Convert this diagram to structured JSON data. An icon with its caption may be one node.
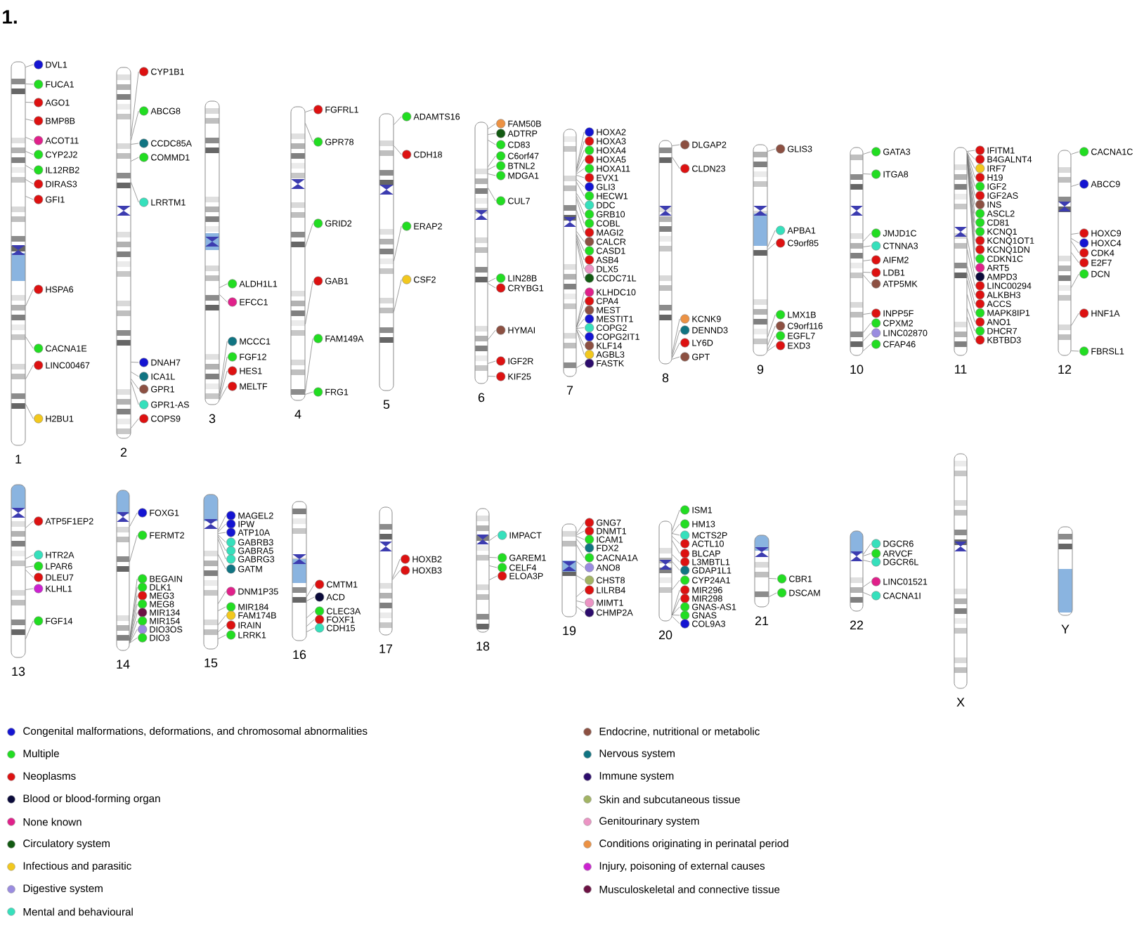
{
  "diagram": {
    "title": "1.",
    "nodes": [
      {
        "text": [
          "1"
        ]
      },
      {
        "text": [
          "DVL1"
        ]
      },
      {
        "text": [
          "FUCA1"
        ]
      },
      {
        "text": [
          "AGO1"
        ]
      },
      {
        "text": [
          "BMP8B"
        ]
      },
      {
        "text": [
          "ACOT11"
        ]
      },
      {
        "text": [
          "CYP2J2"
        ]
      },
      {
        "text": [
          "IL12RB2"
        ]
      },
      {
        "text": [
          "DIRAS3"
        ]
      },
      {
        "text": [
          "GFI1"
        ]
      },
      {
        "text": [
          "HSPA6"
        ]
      },
      {
        "text": [
          "CACNA1E"
        ]
      },
      {
        "text": [
          "LINC00467"
        ]
      },
      {
        "text": [
          "H2BU1"
        ]
      },
      {
        "text": [
          "2"
        ]
      },
      {
        "text": [
          "CYP1B1"
        ]
      },
      {
        "text": [
          "ABCG8"
        ]
      },
      {
        "text": [
          "CCDC85A"
        ]
      },
      {
        "text": [
          "COMMD1"
        ]
      },
      {
        "text": [
          "LRRTM1"
        ]
      },
      {
        "text": [
          "DNAH7"
        ]
      },
      {
        "text": [
          "ICA1L"
        ]
      },
      {
        "text": [
          "GPR1"
        ]
      },
      {
        "text": [
          "GPR1-AS"
        ]
      },
      {
        "text": [
          "COPS9"
        ]
      },
      {
        "text": [
          "3"
        ]
      },
      {
        "text": [
          "ALDH1L1"
        ]
      },
      {
        "text": [
          "EFCC1"
        ]
      },
      {
        "text": [
          "MCCC1"
        ]
      },
      {
        "text": [
          "FGF12"
        ]
      },
      {
        "text": [
          "HES1"
        ]
      },
      {
        "text": [
          "MELTF"
        ]
      },
      {
        "text": [
          "4"
        ]
      },
      {
        "text": [
          "FGFRL1"
        ]
      },
      {
        "text": [
          "GPR78"
        ]
      },
      {
        "text": [
          "GRID2"
        ]
      },
      {
        "text": [
          "GAB1"
        ]
      },
      {
        "text": [
          "FAM149A"
        ]
      },
      {
        "text": [
          "FRG1"
        ]
      },
      {
        "text": [
          "5"
        ]
      },
      {
        "text": [
          "ADAMTS16"
        ]
      },
      {
        "text": [
          "CDH18"
        ]
      },
      {
        "text": [
          "ERAP2"
        ]
      },
      {
        "text": [
          "CSF2"
        ]
      },
      {
        "text": [
          "6"
        ]
      },
      {
        "text": [
          "FAM50B"
        ]
      },
      {
        "text": [
          "ADTRP"
        ]
      },
      {
        "text": [
          "CD83"
        ]
      },
      {
        "text": [
          "C6orf47"
        ]
      },
      {
        "text": [
          "BTNL2"
        ]
      },
      {
        "text": [
          "MDGA1"
        ]
      },
      {
        "text": [
          "CUL7"
        ]
      },
      {
        "text": [
          "LIN28B"
        ]
      },
      {
        "text": [
          "CRYBG1"
        ]
      },
      {
        "text": [
          "HYMAI"
        ]
      },
      {
        "text": [
          "IGF2R"
        ]
      },
      {
        "text": [
          "KIF25"
        ]
      },
      {
        "text": [
          "7"
        ]
      },
      {
        "text": [
          "HOXA2"
        ]
      },
      {
        "text": [
          "HOXA3"
        ]
      },
      {
        "text": [
          "HOXA4"
        ]
      },
      {
        "text": [
          "HOXA5"
        ]
      },
      {
        "text": [
          "HOXA11"
        ]
      },
      {
        "text": [
          "EVX1"
        ]
      },
      {
        "text": [
          "GLI3"
        ]
      },
      {
        "text": [
          "HECW1"
        ]
      },
      {
        "text": [
          "DDC"
        ]
      },
      {
        "text": [
          "GRB10"
        ]
      },
      {
        "text": [
          "COBL"
        ]
      },
      {
        "text": [
          "MAGI2"
        ]
      },
      {
        "text": [
          "CALCR"
        ]
      },
      {
        "text": [
          "CASD1"
        ]
      },
      {
        "text": [
          "ASB4"
        ]
      },
      {
        "text": [
          "DLX5"
        ]
      },
      {
        "text": [
          "CCDC71L"
        ]
      },
      {
        "text": [
          "KLHDC10"
        ]
      },
      {
        "text": [
          "CPA4"
        ]
      },
      {
        "text": [
          "MEST"
        ]
      },
      {
        "text": [
          "MESTIT1"
        ]
      },
      {
        "text": [
          "COPG2"
        ]
      },
      {
        "text": [
          "COPG2IT1"
        ]
      },
      {
        "text": [
          "KLF14"
        ]
      },
      {
        "text": [
          "AGBL3"
        ]
      },
      {
        "text": [
          "FASTK"
        ]
      },
      {
        "text": [
          "8"
        ]
      },
      {
        "text": [
          "DLGAP2"
        ]
      },
      {
        "text": [
          "CLDN23"
        ]
      },
      {
        "text": [
          "KCNK9"
        ]
      },
      {
        "text": [
          "DENND3"
        ]
      },
      {
        "text": [
          "LY6D"
        ]
      },
      {
        "text": [
          "GPT"
        ]
      },
      {
        "text": [
          "9"
        ]
      },
      {
        "text": [
          "GLIS3"
        ]
      },
      {
        "text": [
          "APBA1"
        ]
      },
      {
        "text": [
          "C9orf85"
        ]
      },
      {
        "text": [
          "LMX1B"
        ]
      },
      {
        "text": [
          "C9orf116"
        ]
      },
      {
        "text": [
          "EGFL7"
        ]
      },
      {
        "text": [
          "EXD3"
        ]
      },
      {
        "text": [
          "10"
        ]
      },
      {
        "text": [
          "GATA3"
        ]
      },
      {
        "text": [
          "ITGA8"
        ]
      },
      {
        "text": [
          "JMJD1C"
        ]
      },
      {
        "text": [
          "CTNNA3"
        ]
      },
      {
        "text": [
          "AIFM2"
        ]
      },
      {
        "text": [
          "LDB1"
        ]
      },
      {
        "text": [
          "ATP5MK"
        ]
      },
      {
        "text": [
          "INPP5F"
        ]
      },
      {
        "text": [
          "CPXM2"
        ]
      },
      {
        "text": [
          "LINC02870"
        ]
      },
      {
        "text": [
          "CFAP46"
        ]
      },
      {
        "text": [
          "11"
        ]
      },
      {
        "text": [
          "IFITM1"
        ]
      },
      {
        "text": [
          "B4GALNT4"
        ]
      },
      {
        "text": [
          "IRF7"
        ]
      },
      {
        "text": [
          "H19"
        ]
      },
      {
        "text": [
          "IGF2"
        ]
      },
      {
        "text": [
          "IGF2AS"
        ]
      },
      {
        "text": [
          "INS"
        ]
      },
      {
        "text": [
          "ASCL2"
        ]
      },
      {
        "text": [
          "CD81"
        ]
      },
      {
        "text": [
          "KCNQ1"
        ]
      },
      {
        "text": [
          "KCNQ1OT1"
        ]
      },
      {
        "text": [
          "KCNQ1DN"
        ]
      },
      {
        "text": [
          "CDKN1C"
        ]
      },
      {
        "text": [
          "ART5"
        ]
      },
      {
        "text": [
          "AMPD3"
        ]
      },
      {
        "text": [
          "LINC00294"
        ]
      },
      {
        "text": [
          "ALKBH3"
        ]
      },
      {
        "text": [
          "ACCS"
        ]
      },
      {
        "text": [
          "MAPK8IP1"
        ]
      },
      {
        "text": [
          "ANO1"
        ]
      },
      {
        "text": [
          "DHCR7"
        ]
      },
      {
        "text": [
          "KBTBD3"
        ]
      },
      {
        "text": [
          "12"
        ]
      },
      {
        "text": [
          "CACNA1C"
        ]
      },
      {
        "text": [
          "ABCC9"
        ]
      },
      {
        "text": [
          "HOXC9"
        ]
      },
      {
        "text": [
          "HOXC4"
        ]
      },
      {
        "text": [
          "CDK4"
        ]
      },
      {
        "text": [
          "E2F7"
        ]
      },
      {
        "text": [
          "DCN"
        ]
      },
      {
        "text": [
          "HNF1A"
        ]
      },
      {
        "text": [
          "FBRSL1"
        ]
      },
      {
        "text": [
          "13"
        ]
      },
      {
        "text": [
          "ATP5F1EP2"
        ]
      },
      {
        "text": [
          "HTR2A"
        ]
      },
      {
        "text": [
          "LPAR6"
        ]
      },
      {
        "text": [
          "DLEU7"
        ]
      },
      {
        "text": [
          "KLHL1"
        ]
      },
      {
        "text": [
          "FGF14"
        ]
      },
      {
        "text": [
          "14"
        ]
      },
      {
        "text": [
          "FOXG1"
        ]
      },
      {
        "text": [
          "FERMT2"
        ]
      },
      {
        "text": [
          "BEGAIN"
        ]
      },
      {
        "text": [
          "DLK1"
        ]
      },
      {
        "text": [
          "MEG3"
        ]
      },
      {
        "text": [
          "MEG8"
        ]
      },
      {
        "text": [
          "MIR134"
        ]
      },
      {
        "text": [
          "MIR154"
        ]
      },
      {
        "text": [
          "DIO3OS"
        ]
      },
      {
        "text": [
          "DIO3"
        ]
      },
      {
        "text": [
          "15"
        ]
      },
      {
        "text": [
          "MAGEL2"
        ]
      },
      {
        "text": [
          "IPW"
        ]
      },
      {
        "text": [
          "ATP10A"
        ]
      },
      {
        "text": [
          "GABRB3"
        ]
      },
      {
        "text": [
          "GABRA5"
        ]
      },
      {
        "text": [
          "GABRG3"
        ]
      },
      {
        "text": [
          "GATM"
        ]
      },
      {
        "text": [
          "DNM1P35"
        ]
      },
      {
        "text": [
          "MIR184"
        ]
      },
      {
        "text": [
          "FAM174B"
        ]
      },
      {
        "text": [
          "IRAIN"
        ]
      },
      {
        "text": [
          "LRRK1"
        ]
      },
      {
        "text": [
          "16"
        ]
      },
      {
        "text": [
          "CMTM1"
        ]
      },
      {
        "text": [
          "ACD"
        ]
      },
      {
        "text": [
          "CLEC3A"
        ]
      },
      {
        "text": [
          "FOXF1"
        ]
      },
      {
        "text": [
          "CDH15"
        ]
      },
      {
        "text": [
          "17"
        ]
      },
      {
        "text": [
          "HOXB2"
        ]
      },
      {
        "text": [
          "HOXB3"
        ]
      },
      {
        "text": [
          "18"
        ]
      },
      {
        "text": [
          "IMPACT"
        ]
      },
      {
        "text": [
          "GAREM1"
        ]
      },
      {
        "text": [
          "CELF4"
        ]
      },
      {
        "text": [
          "ELOA3P"
        ]
      },
      {
        "text": [
          "19"
        ]
      },
      {
        "text": [
          "GNG7"
        ]
      },
      {
        "text": [
          "DNMT1"
        ]
      },
      {
        "text": [
          "ICAM1"
        ]
      },
      {
        "text": [
          "FDX2"
        ]
      },
      {
        "text": [
          "CACNA1A"
        ]
      },
      {
        "text": [
          "ANO8"
        ]
      },
      {
        "text": [
          "CHST8"
        ]
      },
      {
        "text": [
          "LILRB4"
        ]
      },
      {
        "text": [
          "MIMT1"
        ]
      },
      {
        "text": [
          "CHMP2A"
        ]
      },
      {
        "text": [
          "20"
        ]
      },
      {
        "text": [
          "ISM1"
        ]
      },
      {
        "text": [
          "HM13"
        ]
      },
      {
        "text": [
          "MCTS2P"
        ]
      },
      {
        "text": [
          "ACTL10"
        ]
      },
      {
        "text": [
          "BLCAP"
        ]
      },
      {
        "text": [
          "L3MBTL1"
        ]
      },
      {
        "text": [
          "GDAP1L1"
        ]
      },
      {
        "text": [
          "CYP24A1"
        ]
      },
      {
        "text": [
          "MIR296"
        ]
      },
      {
        "text": [
          "MIR298"
        ]
      },
      {
        "text": [
          "GNAS-AS1"
        ]
      },
      {
        "text": [
          "GNAS"
        ]
      },
      {
        "text": [
          "COL9A3"
        ]
      },
      {
        "text": [
          "21"
        ]
      },
      {
        "text": [
          "CBR1"
        ]
      },
      {
        "text": [
          "DSCAM"
        ]
      },
      {
        "text": [
          "22"
        ]
      },
      {
        "text": [
          "DGCR6"
        ]
      },
      {
        "text": [
          "ARVCF"
        ]
      },
      {
        "text": [
          "DGCR6L"
        ]
      },
      {
        "text": [
          "LINC01521"
        ]
      },
      {
        "text": [
          "CACNA1I"
        ]
      },
      {
        "text": [
          "X"
        ]
      },
      {
        "text": [
          "Y"
        ]
      }
    ],
    "edges": [
      {
        "from": 1,
        "to": 0,
        "arrow": "none"
      },
      {
        "from": 2,
        "to": 0,
        "arrow": "none"
      },
      {
        "from": 3,
        "to": 0,
        "arrow": "none"
      },
      {
        "from": 4,
        "to": 0,
        "arrow": "none"
      },
      {
        "from": 5,
        "to": 0,
        "arrow": "none"
      },
      {
        "from": 6,
        "to": 0,
        "arrow": "none"
      },
      {
        "from": 7,
        "to": 0,
        "arrow": "none"
      },
      {
        "from": 8,
        "to": 0,
        "arrow": "none"
      },
      {
        "from": 9,
        "to": 0,
        "arrow": "none"
      },
      {
        "from": 10,
        "to": 0,
        "arrow": "none"
      },
      {
        "from": 11,
        "to": 0,
        "arrow": "none"
      },
      {
        "from": 12,
        "to": 0,
        "arrow": "none"
      },
      {
        "from": 13,
        "to": 0,
        "arrow": "none"
      },
      {
        "from": 15,
        "to": 14,
        "arrow": "none"
      },
      {
        "from": 16,
        "to": 14,
        "arrow": "none"
      },
      {
        "from": 17,
        "to": 14,
        "arrow": "none"
      },
      {
        "from": 18,
        "to": 14,
        "arrow": "none"
      },
      {
        "from": 19,
        "to": 14,
        "arrow": "none"
      },
      {
        "from": 20,
        "to": 14,
        "arrow": "none"
      },
      {
        "from": 21,
        "to": 14,
        "arrow": "none"
      },
      {
        "from": 22,
        "to": 14,
        "arrow": "none"
      },
      {
        "from": 23,
        "to": 14,
        "arrow": "none"
      },
      {
        "from": 24,
        "to": 14,
        "arrow": "none"
      },
      {
        "from": 26,
        "to": 25,
        "arrow": "none"
      },
      {
        "from": 27,
        "to": 25,
        "arrow": "none"
      },
      {
        "from": 28,
        "to": 25,
        "arrow": "none"
      },
      {
        "from": 29,
        "to": 25,
        "arrow": "none"
      },
      {
        "from": 30,
        "to": 25,
        "arrow": "none"
      },
      {
        "from": 31,
        "to": 25,
        "arrow": "none"
      },
      {
        "from": 33,
        "to": 32,
        "arrow": "none"
      },
      {
        "from": 34,
        "to": 32,
        "arrow": "none"
      },
      {
        "from": 35,
        "to": 32,
        "arrow": "none"
      },
      {
        "from": 36,
        "to": 32,
        "arrow": "none"
      },
      {
        "from": 37,
        "to": 32,
        "arrow": "none"
      },
      {
        "from": 38,
        "to": 32,
        "arrow": "none"
      },
      {
        "from": 40,
        "to": 39,
        "arrow": "none"
      },
      {
        "from": 41,
        "to": 39,
        "arrow": "none"
      },
      {
        "from": 42,
        "to": 39,
        "arrow": "none"
      },
      {
        "from": 43,
        "to": 39,
        "arrow": "none"
      },
      {
        "from": 45,
        "to": 44,
        "arrow": "none"
      },
      {
        "from": 46,
        "to": 44,
        "arrow": "none"
      },
      {
        "from": 47,
        "to": 44,
        "arrow": "none"
      },
      {
        "from": 48,
        "to": 44,
        "arrow": "none"
      },
      {
        "from": 49,
        "to": 44,
        "arrow": "none"
      },
      {
        "from": 50,
        "to": 44,
        "arrow": "none"
      },
      {
        "from": 51,
        "to": 44,
        "arrow": "none"
      },
      {
        "from": 52,
        "to": 44,
        "arrow": "none"
      },
      {
        "from": 53,
        "to": 44,
        "arrow": "none"
      },
      {
        "from": 54,
        "to": 44,
        "arrow": "none"
      },
      {
        "from": 55,
        "to": 44,
        "arrow": "none"
      },
      {
        "from": 56,
        "to": 44,
        "arrow": "none"
      },
      {
        "from": 58,
        "to": 57,
        "arrow": "none"
      },
      {
        "from": 59,
        "to": 57,
        "arrow": "none"
      },
      {
        "from": 60,
        "to": 57,
        "arrow": "none"
      },
      {
        "from": 61,
        "to": 57,
        "arrow": "none"
      },
      {
        "from": 62,
        "to": 57,
        "arrow": "none"
      },
      {
        "from": 63,
        "to": 57,
        "arrow": "none"
      },
      {
        "from": 64,
        "to": 57,
        "arrow": "none"
      },
      {
        "from": 65,
        "to": 57,
        "arrow": "none"
      },
      {
        "from": 66,
        "to": 57,
        "arrow": "none"
      },
      {
        "from": 67,
        "to": 57,
        "arrow": "none"
      },
      {
        "from": 68,
        "to": 57,
        "arrow": "none"
      },
      {
        "from": 69,
        "to": 57,
        "arrow": "none"
      },
      {
        "from": 70,
        "to": 57,
        "arrow": "none"
      },
      {
        "from": 71,
        "to": 57,
        "arrow": "none"
      },
      {
        "from": 72,
        "to": 57,
        "arrow": "none"
      },
      {
        "from": 73,
        "to": 57,
        "arrow": "none"
      },
      {
        "from": 74,
        "to": 57,
        "arrow": "none"
      },
      {
        "from": 75,
        "to": 57,
        "arrow": "none"
      },
      {
        "from": 76,
        "to": 57,
        "arrow": "none"
      },
      {
        "from": 77,
        "to": 57,
        "arrow": "none"
      },
      {
        "from": 78,
        "to": 57,
        "arrow": "none"
      },
      {
        "from": 79,
        "to": 57,
        "arrow": "none"
      },
      {
        "from": 80,
        "to": 57,
        "arrow": "none"
      },
      {
        "from": 81,
        "to": 57,
        "arrow": "none"
      },
      {
        "from": 82,
        "to": 57,
        "arrow": "none"
      },
      {
        "from": 83,
        "to": 57,
        "arrow": "none"
      },
      {
        "from": 85,
        "to": 84,
        "arrow": "none"
      },
      {
        "from": 86,
        "to": 84,
        "arrow": "none"
      },
      {
        "from": 87,
        "to": 84,
        "arrow": "none"
      },
      {
        "from": 88,
        "to": 84,
        "arrow": "none"
      },
      {
        "from": 89,
        "to": 84,
        "arrow": "none"
      },
      {
        "from": 90,
        "to": 84,
        "arrow": "none"
      },
      {
        "from": 92,
        "to": 91,
        "arrow": "none"
      },
      {
        "from": 93,
        "to": 91,
        "arrow": "none"
      },
      {
        "from": 94,
        "to": 91,
        "arrow": "none"
      },
      {
        "from": 95,
        "to": 91,
        "arrow": "none"
      },
      {
        "from": 96,
        "to": 91,
        "arrow": "none"
      },
      {
        "from": 97,
        "to": 91,
        "arrow": "none"
      },
      {
        "from": 98,
        "to": 91,
        "arrow": "none"
      },
      {
        "from": 100,
        "to": 99,
        "arrow": "none"
      },
      {
        "from": 101,
        "to": 99,
        "arrow": "none"
      },
      {
        "from": 102,
        "to": 99,
        "arrow": "none"
      },
      {
        "from": 103,
        "to": 99,
        "arrow": "none"
      },
      {
        "from": 104,
        "to": 99,
        "arrow": "none"
      },
      {
        "from": 105,
        "to": 99,
        "arrow": "none"
      },
      {
        "from": 106,
        "to": 99,
        "arrow": "none"
      },
      {
        "from": 107,
        "to": 99,
        "arrow": "none"
      },
      {
        "from": 108,
        "to": 99,
        "arrow": "none"
      },
      {
        "from": 109,
        "to": 99,
        "arrow": "none"
      },
      {
        "from": 110,
        "to": 99,
        "arrow": "none"
      },
      {
        "from": 112,
        "to": 111,
        "arrow": "none"
      },
      {
        "from": 113,
        "to": 111,
        "arrow": "none"
      },
      {
        "from": 114,
        "to": 111,
        "arrow": "none"
      },
      {
        "from": 115,
        "to": 111,
        "arrow": "none"
      },
      {
        "from": 116,
        "to": 111,
        "arrow": "none"
      },
      {
        "from": 117,
        "to": 111,
        "arrow": "none"
      },
      {
        "from": 118,
        "to": 111,
        "arrow": "none"
      },
      {
        "from": 119,
        "to": 111,
        "arrow": "none"
      },
      {
        "from": 120,
        "to": 111,
        "arrow": "none"
      },
      {
        "from": 121,
        "to": 111,
        "arrow": "none"
      },
      {
        "from": 122,
        "to": 111,
        "arrow": "none"
      },
      {
        "from": 123,
        "to": 111,
        "arrow": "none"
      },
      {
        "from": 124,
        "to": 111,
        "arrow": "none"
      },
      {
        "from": 125,
        "to": 111,
        "arrow": "none"
      },
      {
        "from": 126,
        "to": 111,
        "arrow": "none"
      },
      {
        "from": 127,
        "to": 111,
        "arrow": "none"
      },
      {
        "from": 128,
        "to": 111,
        "arrow": "none"
      },
      {
        "from": 129,
        "to": 111,
        "arrow": "none"
      },
      {
        "from": 130,
        "to": 111,
        "arrow": "none"
      },
      {
        "from": 131,
        "to": 111,
        "arrow": "none"
      },
      {
        "from": 132,
        "to": 111,
        "arrow": "none"
      },
      {
        "from": 133,
        "to": 111,
        "arrow": "none"
      },
      {
        "from": 135,
        "to": 134,
        "arrow": "none"
      },
      {
        "from": 136,
        "to": 134,
        "arrow": "none"
      },
      {
        "from": 137,
        "to": 134,
        "arrow": "none"
      },
      {
        "from": 138,
        "to": 134,
        "arrow": "none"
      },
      {
        "from": 139,
        "to": 134,
        "arrow": "none"
      },
      {
        "from": 140,
        "to": 134,
        "arrow": "none"
      },
      {
        "from": 141,
        "to": 134,
        "arrow": "none"
      },
      {
        "from": 142,
        "to": 134,
        "arrow": "none"
      },
      {
        "from": 143,
        "to": 134,
        "arrow": "none"
      },
      {
        "from": 145,
        "to": 144,
        "arrow": "none"
      },
      {
        "from": 146,
        "to": 144,
        "arrow": "none"
      },
      {
        "from": 147,
        "to": 144,
        "arrow": "none"
      },
      {
        "from": 148,
        "to": 144,
        "arrow": "none"
      },
      {
        "from": 149,
        "to": 144,
        "arrow": "none"
      },
      {
        "from": 150,
        "to": 144,
        "arrow": "none"
      },
      {
        "from": 152,
        "to": 151,
        "arrow": "none"
      },
      {
        "from": 153,
        "to": 151,
        "arrow": "none"
      },
      {
        "from": 154,
        "to": 151,
        "arrow": "none"
      },
      {
        "from": 155,
        "to": 151,
        "arrow": "none"
      },
      {
        "from": 156,
        "to": 151,
        "arrow": "none"
      },
      {
        "from": 157,
        "to": 151,
        "arrow": "none"
      },
      {
        "from": 158,
        "to": 151,
        "arrow": "none"
      },
      {
        "from": 159,
        "to": 151,
        "arrow": "none"
      },
      {
        "from": 160,
        "to": 151,
        "arrow": "none"
      },
      {
        "from": 161,
        "to": 151,
        "arrow": "none"
      },
      {
        "from": 163,
        "to": 162,
        "arrow": "none"
      },
      {
        "from": 164,
        "to": 162,
        "arrow": "none"
      },
      {
        "from": 165,
        "to": 162,
        "arrow": "none"
      },
      {
        "from": 166,
        "to": 162,
        "arrow": "none"
      },
      {
        "from": 167,
        "to": 162,
        "arrow": "none"
      },
      {
        "from": 168,
        "to": 162,
        "arrow": "none"
      },
      {
        "from": 169,
        "to": 162,
        "arrow": "none"
      },
      {
        "from": 170,
        "to": 162,
        "arrow": "none"
      },
      {
        "from": 171,
        "to": 162,
        "arrow": "none"
      },
      {
        "from": 172,
        "to": 162,
        "arrow": "none"
      },
      {
        "from": 173,
        "to": 162,
        "arrow": "none"
      },
      {
        "from": 174,
        "to": 162,
        "arrow": "none"
      },
      {
        "from": 176,
        "to": 175,
        "arrow": "none"
      },
      {
        "from": 177,
        "to": 175,
        "arrow": "none"
      },
      {
        "from": 178,
        "to": 175,
        "arrow": "none"
      },
      {
        "from": 179,
        "to": 175,
        "arrow": "none"
      },
      {
        "from": 180,
        "to": 175,
        "arrow": "none"
      },
      {
        "from": 182,
        "to": 181,
        "arrow": "none"
      },
      {
        "from": 183,
        "to": 181,
        "arrow": "none"
      },
      {
        "from": 185,
        "to": 184,
        "arrow": "none"
      },
      {
        "from": 186,
        "to": 184,
        "arrow": "none"
      },
      {
        "from": 187,
        "to": 184,
        "arrow": "none"
      },
      {
        "from": 188,
        "to": 184,
        "arrow": "none"
      },
      {
        "from": 190,
        "to": 189,
        "arrow": "none"
      },
      {
        "from": 191,
        "to": 189,
        "arrow": "none"
      },
      {
        "from": 192,
        "to": 189,
        "arrow": "none"
      },
      {
        "from": 193,
        "to": 189,
        "arrow": "none"
      },
      {
        "from": 194,
        "to": 189,
        "arrow": "none"
      },
      {
        "from": 195,
        "to": 189,
        "arrow": "none"
      },
      {
        "from": 196,
        "to": 189,
        "arrow": "none"
      },
      {
        "from": 197,
        "to": 189,
        "arrow": "none"
      },
      {
        "from": 198,
        "to": 189,
        "arrow": "none"
      },
      {
        "from": 199,
        "to": 189,
        "arrow": "none"
      },
      {
        "from": 201,
        "to": 200,
        "arrow": "none"
      },
      {
        "from": 202,
        "to": 200,
        "arrow": "none"
      },
      {
        "from": 203,
        "to": 200,
        "arrow": "none"
      },
      {
        "from": 204,
        "to": 200,
        "arrow": "none"
      },
      {
        "from": 205,
        "to": 200,
        "arrow": "none"
      },
      {
        "from": 206,
        "to": 200,
        "arrow": "none"
      },
      {
        "from": 207,
        "to": 200,
        "arrow": "none"
      },
      {
        "from": 208,
        "to": 200,
        "arrow": "none"
      },
      {
        "from": 209,
        "to": 200,
        "arrow": "none"
      },
      {
        "from": 210,
        "to": 200,
        "arrow": "none"
      },
      {
        "from": 211,
        "to": 200,
        "arrow": "none"
      },
      {
        "from": 212,
        "to": 200,
        "arrow": "none"
      },
      {
        "from": 213,
        "to": 200,
        "arrow": "none"
      },
      {
        "from": 215,
        "to": 214,
        "arrow": "none"
      },
      {
        "from": 216,
        "to": 214,
        "arrow": "none"
      },
      {
        "from": 218,
        "to": 217,
        "arrow": "none"
      },
      {
        "from": 219,
        "to": 217,
        "arrow": "none"
      },
      {
        "from": 220,
        "to": 217,
        "arrow": "none"
      },
      {
        "from": 221,
        "to": 217,
        "arrow": "none"
      },
      {
        "from": 222,
        "to": 217,
        "arrow": "none"
      }
    ],
    "legend": [
      {
        "text": "Congenital malformations, deformations, and chromosomal abnormalities",
        "color": "#1414d2"
      },
      {
        "text": "Multiple",
        "color": "#22dd22"
      },
      {
        "text": "Neoplasms",
        "color": "#dd1111"
      },
      {
        "text": "Blood or blood-forming organ",
        "color": "#0a0a3a"
      },
      {
        "text": "None known",
        "color": "#e0208a"
      },
      {
        "text": "Circulatory system",
        "color": "#125a12"
      },
      {
        "text": "Infectious and parasitic",
        "color": "#f2c81e"
      },
      {
        "text": "Digestive system",
        "color": "#9a8ce0"
      },
      {
        "text": "Mental and behavioural",
        "color": "#36e0bc"
      },
      {
        "text": "Endocrine, nutritional or metabolic",
        "color": "#8c5042"
      },
      {
        "text": "Nervous system",
        "color": "#107482"
      },
      {
        "text": "Immune system",
        "color": "#2c0c6c"
      },
      {
        "text": "Skin and subcutaneous tissue",
        "color": "#a2b464"
      },
      {
        "text": "Genitourinary system",
        "color": "#ec94c4"
      },
      {
        "text": "Conditions originating in perinatal period",
        "color": "#ec9244"
      },
      {
        "text": "Injury, poisoning of external causes",
        "color": "#cc22d0"
      },
      {
        "text": "Musculoskeletal and connective tissue",
        "color": "#6c1244"
      }
    ]
  }
}
